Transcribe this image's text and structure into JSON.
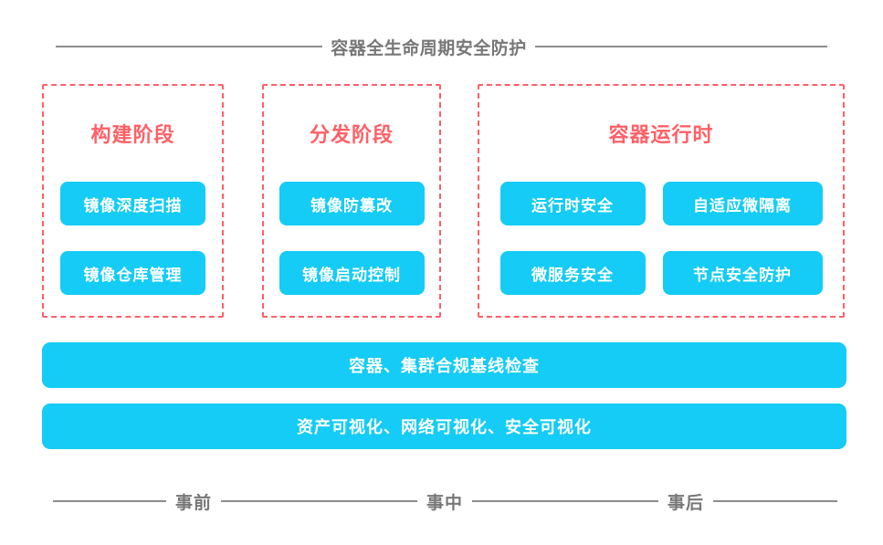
{
  "header": {
    "title": "容器全生命周期安全防护",
    "rule_color": "#8d8d8d",
    "text_color": "#777777"
  },
  "theme": {
    "accent_cyan": "#14ccf5",
    "accent_red": "#ff6066",
    "dash_border": "#ff5f68",
    "background": "#ffffff"
  },
  "panels": [
    {
      "id": "build",
      "title": "构建阶段",
      "items": [
        {
          "label": "镜像深度扫描"
        },
        {
          "label": "镜像仓库管理"
        }
      ]
    },
    {
      "id": "distribution",
      "title": "分发阶段",
      "items": [
        {
          "label": "镜像防篡改"
        },
        {
          "label": "镜像启动控制"
        }
      ]
    },
    {
      "id": "runtime",
      "title": "容器运行时",
      "items": [
        {
          "label": "运行时安全"
        },
        {
          "label": "自适应微隔离"
        },
        {
          "label": "微服务安全"
        },
        {
          "label": "节点安全防护"
        }
      ]
    }
  ],
  "bars": [
    {
      "label": "容器、集群合规基线检查"
    },
    {
      "label": "资产可视化、网络可视化、安全可视化"
    }
  ],
  "timeline": {
    "labels": [
      {
        "label": "事前"
      },
      {
        "label": "事中"
      },
      {
        "label": "事后"
      }
    ]
  }
}
